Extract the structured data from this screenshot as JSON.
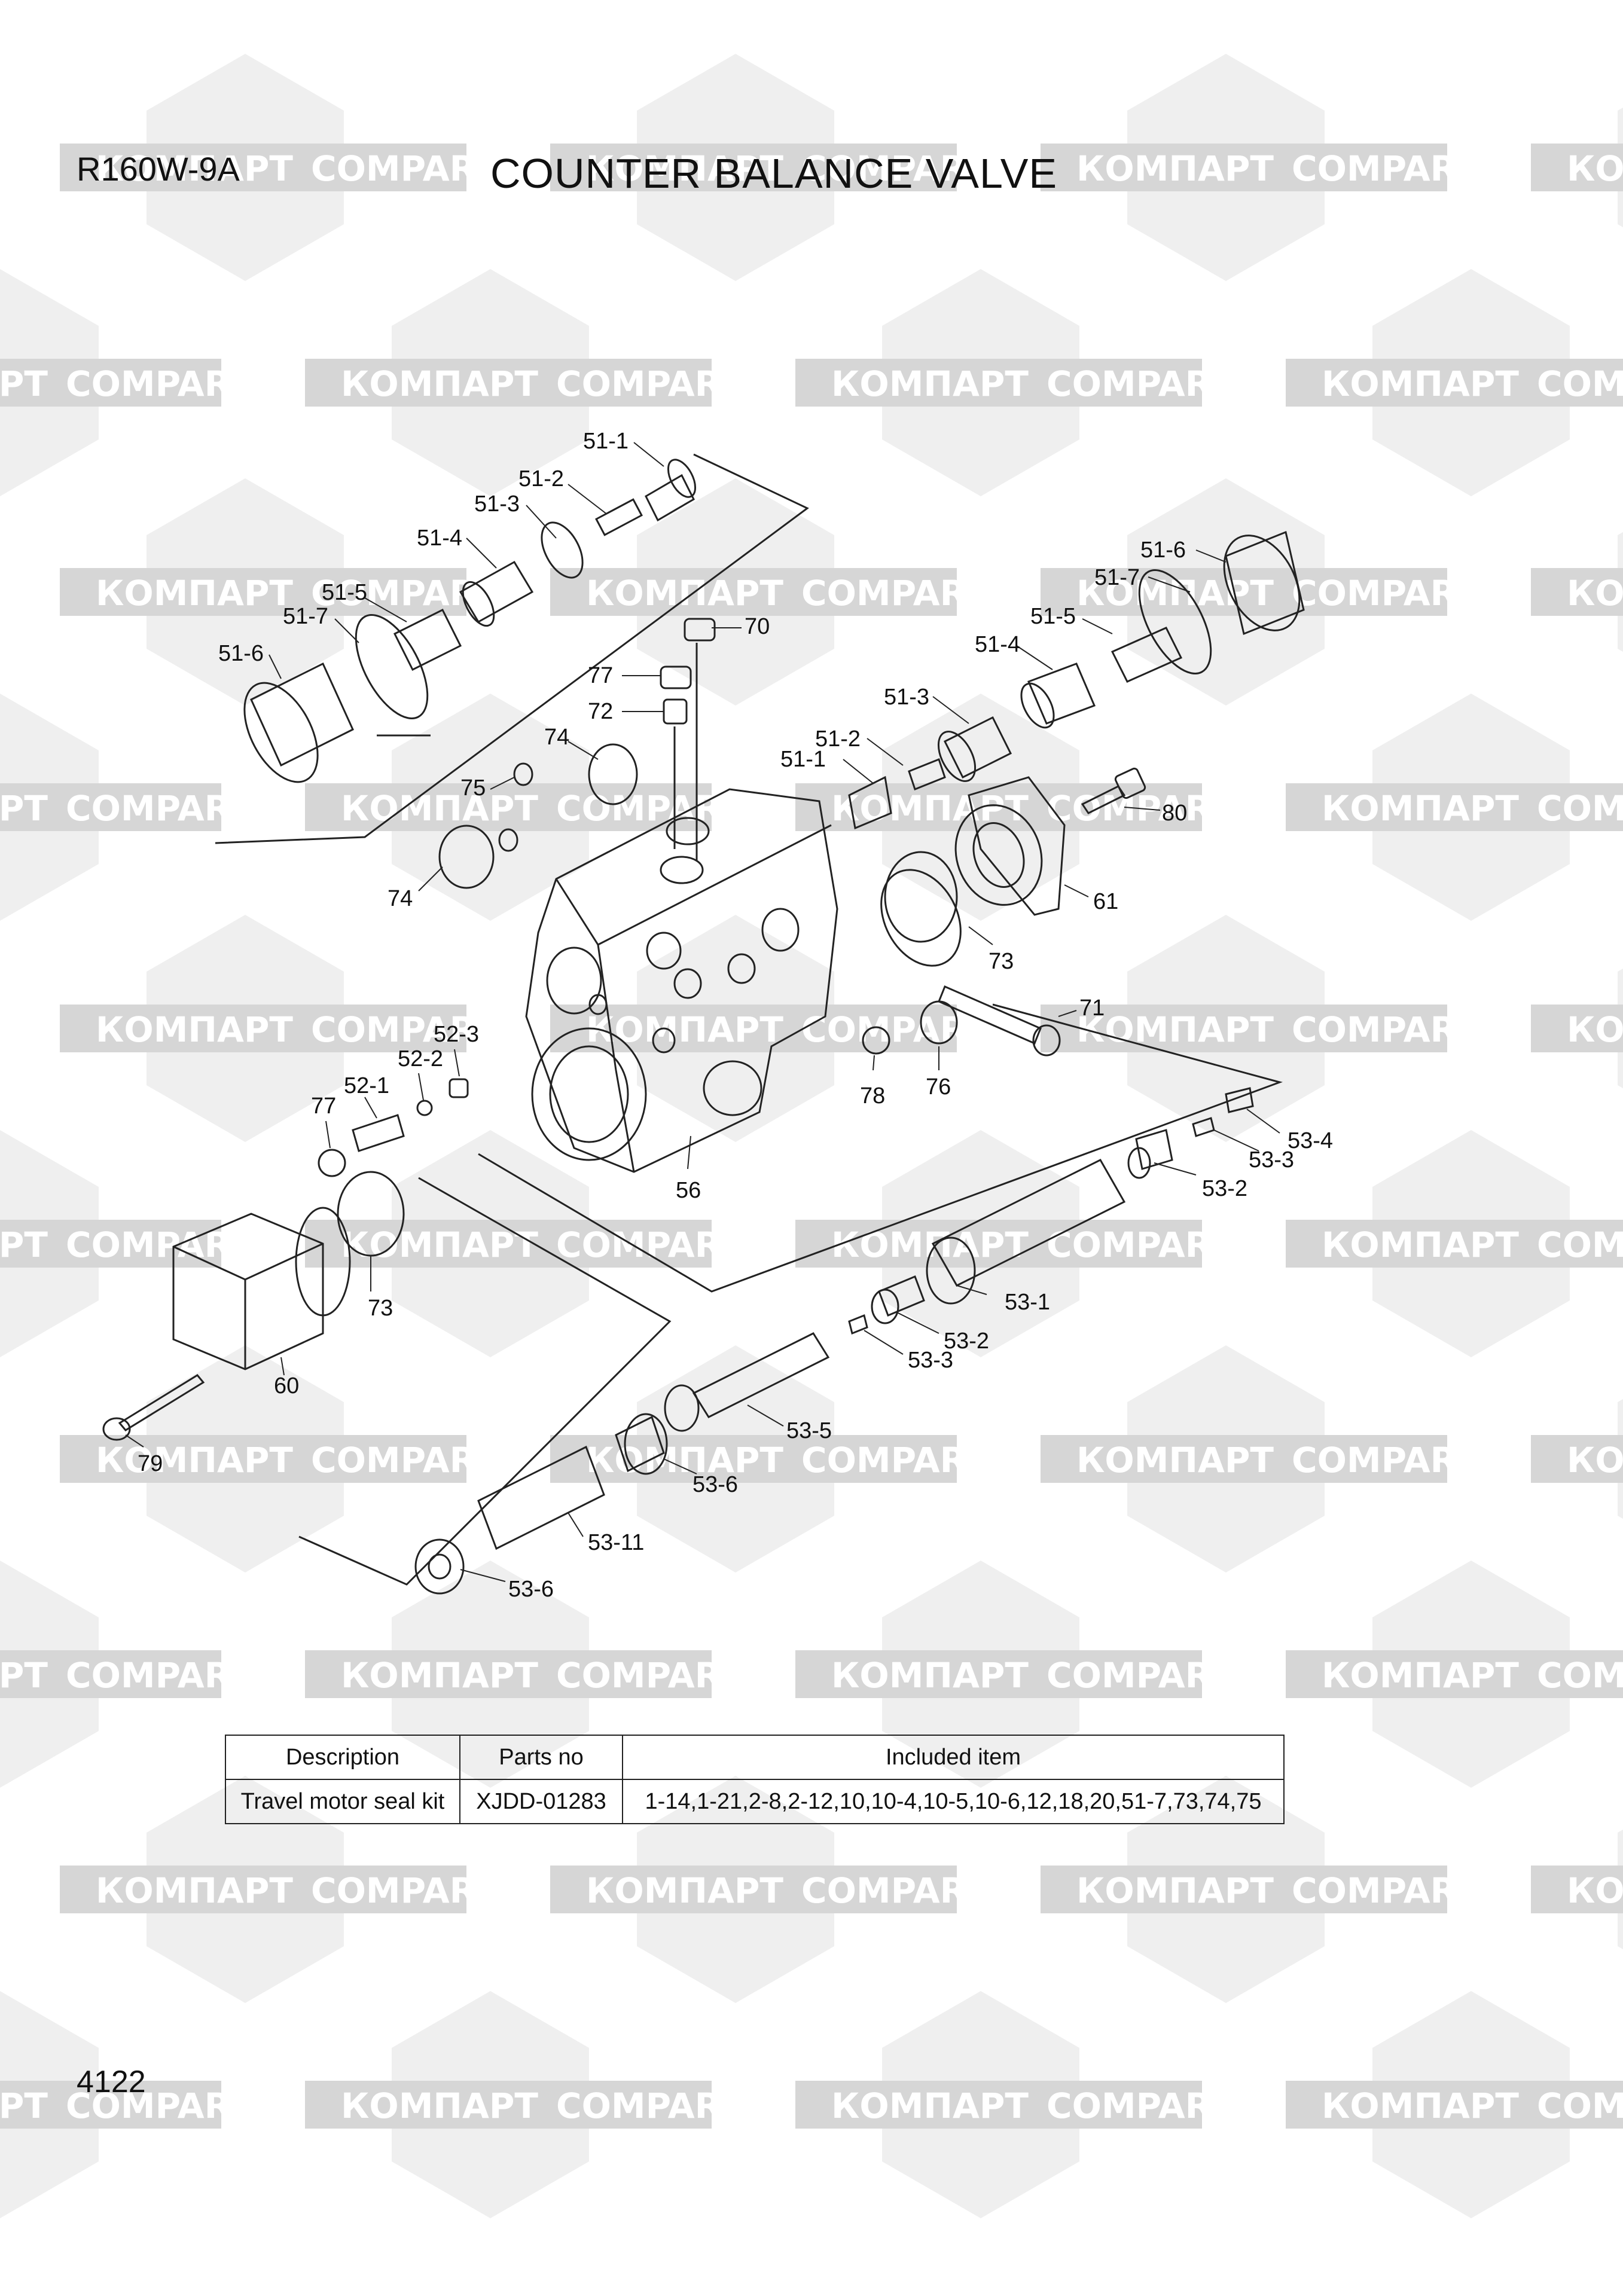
{
  "header": {
    "model": "R160W-9A",
    "title": "COUNTER BALANCE VALVE"
  },
  "footer": {
    "page_number": "4122"
  },
  "watermark": {
    "text_latin": "COMPART",
    "text_cyrillic": "КОМПАРТ",
    "color": "#d6d6d6"
  },
  "callouts": [
    {
      "id": "c-51-1-top",
      "text": "51-1"
    },
    {
      "id": "c-51-2-top",
      "text": "51-2"
    },
    {
      "id": "c-51-3-top",
      "text": "51-3"
    },
    {
      "id": "c-51-4-top",
      "text": "51-4"
    },
    {
      "id": "c-51-5-left",
      "text": "51-5"
    },
    {
      "id": "c-51-7-left",
      "text": "51-7"
    },
    {
      "id": "c-51-6-left",
      "text": "51-6"
    },
    {
      "id": "c-70",
      "text": "70"
    },
    {
      "id": "c-77-top",
      "text": "77"
    },
    {
      "id": "c-72",
      "text": "72"
    },
    {
      "id": "c-74-upper",
      "text": "74"
    },
    {
      "id": "c-75",
      "text": "75"
    },
    {
      "id": "c-74-lower",
      "text": "74"
    },
    {
      "id": "c-51-6-right",
      "text": "51-6"
    },
    {
      "id": "c-51-7-right",
      "text": "51-7"
    },
    {
      "id": "c-51-5-right",
      "text": "51-5"
    },
    {
      "id": "c-51-4-right",
      "text": "51-4"
    },
    {
      "id": "c-51-3-right",
      "text": "51-3"
    },
    {
      "id": "c-51-2-right",
      "text": "51-2"
    },
    {
      "id": "c-51-1-right",
      "text": "51-1"
    },
    {
      "id": "c-80",
      "text": "80"
    },
    {
      "id": "c-61",
      "text": "61"
    },
    {
      "id": "c-73-upper",
      "text": "73"
    },
    {
      "id": "c-71",
      "text": "71"
    },
    {
      "id": "c-52-3",
      "text": "52-3"
    },
    {
      "id": "c-52-2",
      "text": "52-2"
    },
    {
      "id": "c-52-1",
      "text": "52-1"
    },
    {
      "id": "c-77-left",
      "text": "77"
    },
    {
      "id": "c-78",
      "text": "78"
    },
    {
      "id": "c-76",
      "text": "76"
    },
    {
      "id": "c-56",
      "text": "56"
    },
    {
      "id": "c-53-4",
      "text": "53-4"
    },
    {
      "id": "c-53-3-right",
      "text": "53-3"
    },
    {
      "id": "c-53-2-right",
      "text": "53-2"
    },
    {
      "id": "c-73-lower",
      "text": "73"
    },
    {
      "id": "c-53-1",
      "text": "53-1"
    },
    {
      "id": "c-53-2-mid",
      "text": "53-2"
    },
    {
      "id": "c-53-3-mid",
      "text": "53-3"
    },
    {
      "id": "c-60",
      "text": "60"
    },
    {
      "id": "c-53-5",
      "text": "53-5"
    },
    {
      "id": "c-79",
      "text": "79"
    },
    {
      "id": "c-53-6-mid",
      "text": "53-6"
    },
    {
      "id": "c-53-11",
      "text": "53-11"
    },
    {
      "id": "c-53-6-low",
      "text": "53-6"
    }
  ],
  "kit_table": {
    "headers": [
      "Description",
      "Parts no",
      "Included item"
    ],
    "rows": [
      [
        "Travel motor seal kit",
        "XJDD-01283",
        "1-14,1-21,2-8,2-12,10,10-4,10-5,10-6,12,18,20,51-7,73,74,75"
      ]
    ]
  }
}
